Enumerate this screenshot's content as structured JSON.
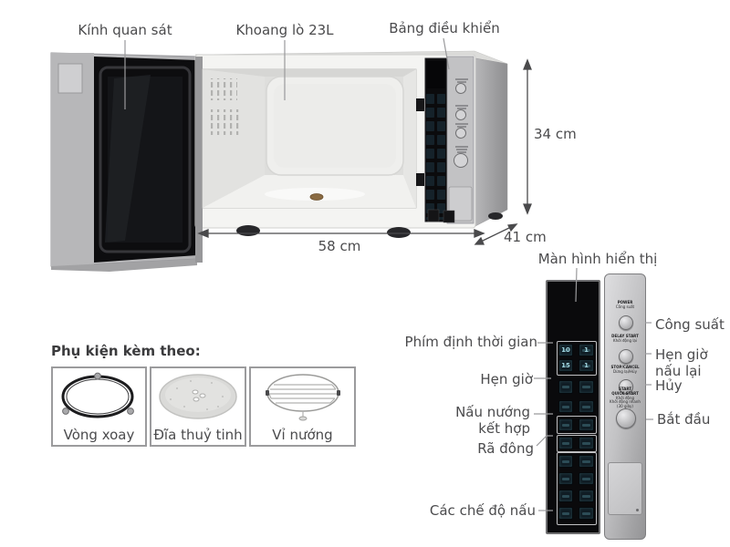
{
  "callouts": {
    "viewing_glass": "Kính quan sát",
    "oven_cavity": "Khoang lò 23L",
    "control_panel": "Bảng điều khiển",
    "display_screen": "Màn hình hiển thị",
    "time_keys": "Phím định thời gian",
    "timer": "Hẹn giờ",
    "combi_cooking": "Nấu nướng kết hợp",
    "defrost": "Rã đông",
    "cook_modes": "Các chế độ nấu",
    "power": "Công suất",
    "delay_restart": "Hẹn giờ nấu lại",
    "cancel": "Hủy",
    "start": "Bắt đầu"
  },
  "dimensions": {
    "height": "34 cm",
    "width": "58 cm",
    "depth": "41 cm"
  },
  "accessories": {
    "heading": "Phụ kiện kèm theo:",
    "items": [
      {
        "name": "turntable-ring",
        "label": "Vòng xoay"
      },
      {
        "name": "glass-plate",
        "label": "Đĩa thuỷ tinh"
      },
      {
        "name": "grill-rack",
        "label": "Vỉ nướng"
      }
    ]
  },
  "panel": {
    "time_key_digits": [
      "10",
      "1",
      "15",
      "1"
    ],
    "power_en": "POWER",
    "power_vi": "Công suất",
    "delay_en": "DELAY START",
    "delay_vi": "Khởi động lại",
    "stop_en": "STOP/CANCEL",
    "stop_vi": "Dừng lại/Hủy",
    "start_en": "START",
    "quick_en": "QUICK START",
    "start_vi": "Khởi động",
    "quick_vi": "Khởi động nhanh",
    "quick_note": "(30 giây)"
  },
  "colors": {
    "label_text": "#4b4b4d",
    "leader_line": "#9a9a9c",
    "panel_black": "#0b0b0d",
    "key_teal": "#9fd4de",
    "silver": "#bdbdbf"
  }
}
